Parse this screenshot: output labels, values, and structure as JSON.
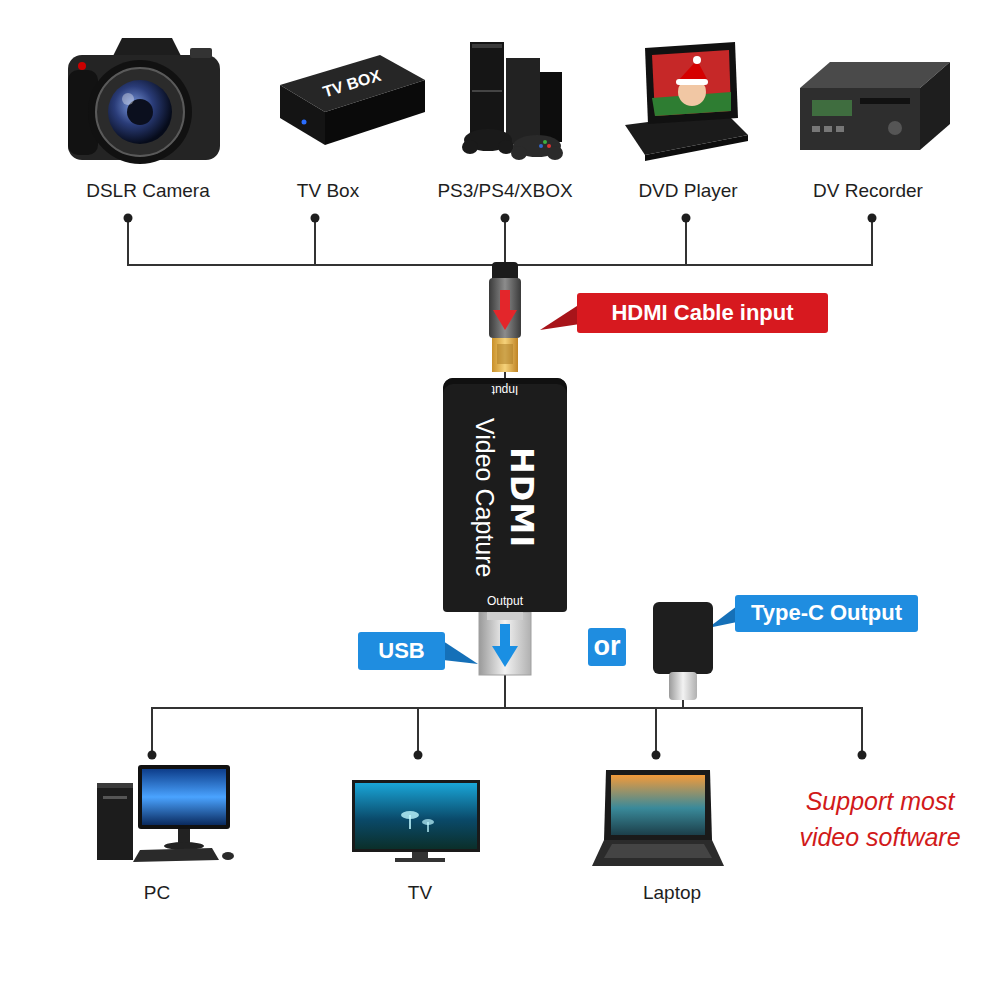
{
  "diagram": {
    "nodes": [
      {
        "text": [
          "DSLR Camera"
        ]
      },
      {
        "text": [
          "TV Box"
        ]
      },
      {
        "text": [
          "PS3/PS4/XBOX"
        ]
      },
      {
        "text": [
          "DVD Player"
        ]
      },
      {
        "text": [
          "DV Recorder"
        ]
      },
      {
        "text": [
          "HDMI Cable input"
        ]
      },
      {
        "text": [
          "Input",
          "HDMI",
          "Video Capture",
          "Output"
        ]
      },
      {
        "text": [
          "USB"
        ]
      },
      {
        "text": [
          "or"
        ]
      },
      {
        "text": [
          "Type-C Output"
        ]
      },
      {
        "text": [
          "PC"
        ]
      },
      {
        "text": [
          "TV"
        ]
      },
      {
        "text": [
          "Laptop"
        ]
      },
      {
        "text": [
          "Support most video software"
        ]
      }
    ],
    "edges": [
      {
        "from": 0,
        "to": 6,
        "arrow": "none"
      },
      {
        "from": 1,
        "to": 6,
        "arrow": "none"
      },
      {
        "from": 2,
        "to": 6,
        "arrow": "none"
      },
      {
        "from": 3,
        "to": 6,
        "arrow": "none"
      },
      {
        "from": 4,
        "to": 6,
        "arrow": "none"
      },
      {
        "from": 6,
        "to": 10,
        "arrow": "none"
      },
      {
        "from": 6,
        "to": 11,
        "arrow": "none"
      },
      {
        "from": 6,
        "to": 12,
        "arrow": "none"
      },
      {
        "from": 6,
        "to": 13,
        "arrow": "none"
      }
    ],
    "labels": [
      "TV BOX"
    ]
  }
}
